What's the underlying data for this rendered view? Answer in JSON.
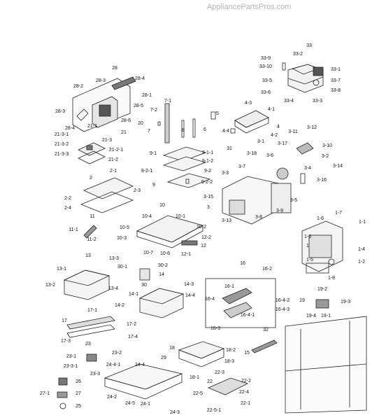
{
  "watermark": "AppliancePartsPros.com",
  "labels": {
    "33": "33",
    "33-2": "33-2",
    "33-9": "33-9",
    "33-10": "33-10",
    "33-1": "33-1",
    "33-5": "33-5",
    "33-7": "33-7",
    "33-6": "33-6",
    "33-8": "33-8",
    "33-4": "33-4",
    "33-3": "33-3",
    "28": "28",
    "28-4": "28-4",
    "28-2": "28-2",
    "28-3": "28-3",
    "28-1": "28-1",
    "28-5": "28-5",
    "28-3b": "28-3",
    "28-6": "28-6",
    "28-4b": "28-4",
    "7-1": "7-1",
    "7-2": "7-2",
    "20": "20",
    "7": "7",
    "8": "8",
    "6": "6",
    "5": "5",
    "4-3": "4-3",
    "4-1": "4-1",
    "4": "4",
    "4-4": "4-4",
    "4-2": "4-2",
    "31": "31",
    "21-1": "21-1",
    "21": "21",
    "21-3-1": "21-3-1",
    "21-3": "21-3",
    "21-3-2": "21-3-2",
    "21-2-1": "21-2-1",
    "21-3-3": "21-3-3",
    "21-2": "21-2",
    "9-1": "9-1",
    "9-1-1": "9-1-1",
    "9-1-2": "9-1-2",
    "9-2-1": "9-2-1",
    "9-2": "9-2",
    "9": "9",
    "9-2-2": "9-2-2",
    "3-1": "3-1",
    "3-11": "3-11",
    "3-12": "3-12",
    "3-17": "3-17",
    "3-10": "3-10",
    "3-18": "3-18",
    "3-6": "3-6",
    "3-2": "3-2",
    "3-14": "3-14",
    "3-4": "3-4",
    "3-7": "3-7",
    "3-3": "3-3",
    "3-16": "3-16",
    "3-15": "3-15",
    "3-5": "3-5",
    "3": "3",
    "3-9": "3-9",
    "3-8": "3-8",
    "3-13": "3-13",
    "2-1": "2-1",
    "2": "2",
    "2-3": "2-3",
    "2-2": "2-2",
    "2-4": "2-4",
    "10": "10",
    "10-4": "10-4",
    "10-1": "10-1",
    "10-5": "10-5",
    "10-2": "10-2",
    "10-3": "10-3",
    "12-2": "12-2",
    "12": "12",
    "10-7": "10-7",
    "10-6": "10-6",
    "12-1": "12-1",
    "11": "11",
    "11-1": "11-1",
    "11-2": "11-2",
    "1-6": "1-6",
    "1-7": "1-7",
    "1-1": "1-1",
    "1-3": "1-3",
    "1": "1",
    "1-4": "1-4",
    "1-5": "1-5",
    "1-2": "1-2",
    "1-8": "1-8",
    "13": "13",
    "13-3": "13-3",
    "13-1": "13-1",
    "13-2": "13-2",
    "13-4": "13-4",
    "30-1": "30-1",
    "30-2": "30-2",
    "30": "30",
    "14": "14",
    "14-3": "14-3",
    "14-1": "14-1",
    "14-4": "14-4",
    "14-2": "14-2",
    "16": "16",
    "16-2": "16-2",
    "16-1": "16-1",
    "16-4": "16-4",
    "16-4-2": "16-4-2",
    "16-4-3": "16-4-3",
    "16-4-1": "16-4-1",
    "16-3": "16-3",
    "19-2": "19-2",
    "19": "19",
    "19-3": "19-3",
    "19-4": "19-4",
    "19-1": "19-1",
    "17-1": "17-1",
    "17": "17",
    "17-2": "17-2",
    "17-3": "17-3",
    "17-4": "17-4",
    "32": "32",
    "23": "23",
    "23-2": "23-2",
    "23-1": "23-1",
    "23-3-1": "23-3-1",
    "23-3": "23-3",
    "18": "18",
    "18-2": "18-2",
    "15": "15",
    "18-3": "18-3",
    "29": "29",
    "18-1": "18-1",
    "24-4-1": "24-4-1",
    "24-4": "24-4",
    "24-2": "24-2",
    "24-5": "24-5",
    "24-1": "24-1",
    "24-3": "24-3",
    "22-3": "22-3",
    "22": "22",
    "22-2": "22-2",
    "22-4": "22-4",
    "22-5": "22-5",
    "22-1": "22-1",
    "22-5-1": "22-5-1",
    "26": "26",
    "27-1": "27-1",
    "27": "27",
    "25": "25"
  }
}
